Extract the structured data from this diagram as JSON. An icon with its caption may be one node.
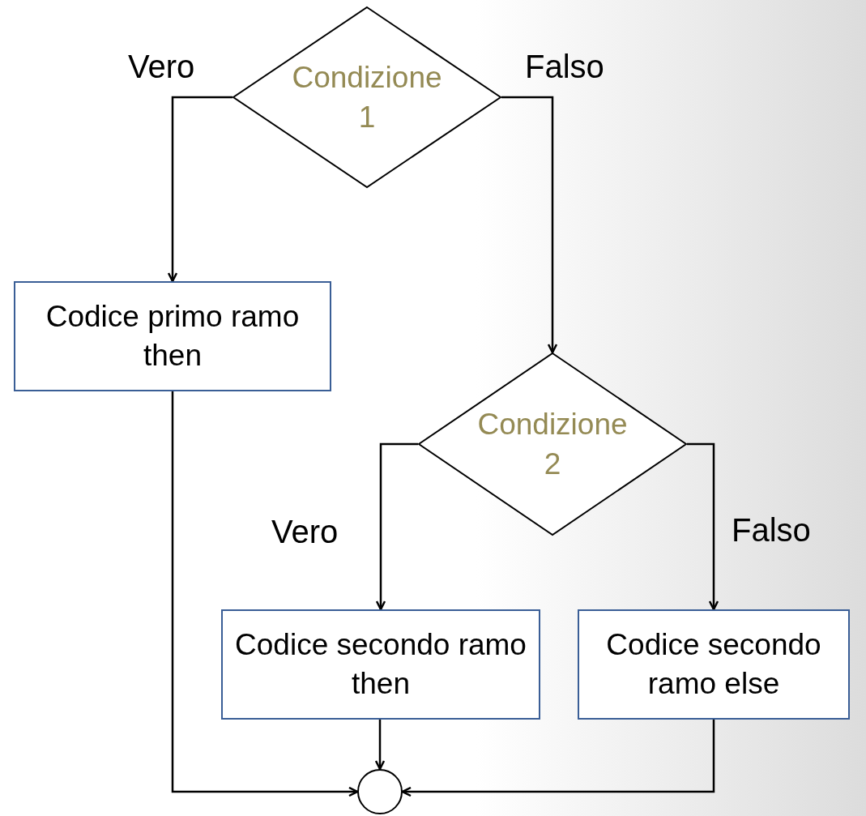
{
  "diagram": {
    "nodes": [
      {
        "text": [
          "Condizione 1"
        ]
      },
      {
        "text": [
          "Codice primo ramo then"
        ]
      },
      {
        "text": [
          "Condizione 2"
        ]
      },
      {
        "text": [
          "Codice secondo ramo then"
        ]
      },
      {
        "text": [
          "Codice secondo ramo else"
        ]
      },
      {
        "text": [],
        "shape": "circle"
      }
    ],
    "edges": [
      {
        "from": 0,
        "to": 1,
        "arrow": "to",
        "label": "Vero"
      },
      {
        "from": 0,
        "to": 2,
        "arrow": "to",
        "label": "Falso"
      },
      {
        "from": 2,
        "to": 3,
        "arrow": "to",
        "label": "Vero"
      },
      {
        "from": 2,
        "to": 4,
        "arrow": "to",
        "label": "Falso"
      },
      {
        "from": 1,
        "to": 5,
        "arrow": "to"
      },
      {
        "from": 3,
        "to": 5,
        "arrow": "to"
      },
      {
        "from": 4,
        "to": 5,
        "arrow": "to"
      }
    ]
  }
}
